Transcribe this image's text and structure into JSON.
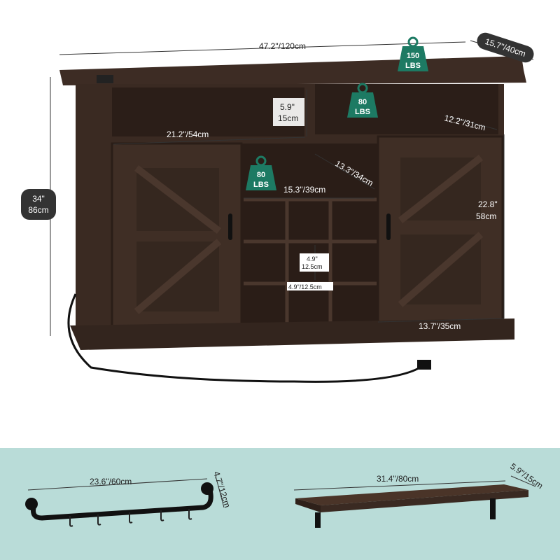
{
  "cabinet": {
    "width": "47.2\"/120cm",
    "depth": "15.7\"/40cm",
    "height_in": "34\"",
    "height_cm": "86cm",
    "top_load": {
      "value": "150",
      "unit": "LBS"
    },
    "shelf_load": {
      "value": "80",
      "unit": "LBS"
    },
    "rack_load": {
      "value": "80",
      "unit": "LBS"
    },
    "shelf_height_in": "5.9\"",
    "shelf_height_cm": "15cm",
    "shelf_depth": "12.2\"/31cm",
    "shelf_width": "21.2\"/54cm",
    "rack_depth": "13.3\"/34cm",
    "rack_width": "15.3\"/39cm",
    "door_height_in": "22.8\"",
    "door_height_cm": "58cm",
    "cube_height_in": "4.9\"",
    "cube_height_cm": "12.5cm",
    "cube_width": "4.9\"/12.5cm",
    "door_depth": "13.7\"/35cm"
  },
  "accessories": {
    "rail_width": "23.6\"/60cm",
    "rail_height": "4.7\"/12cm",
    "shelf_width": "31.4\"/80cm",
    "shelf_depth": "5.9\"/15cm"
  },
  "colors": {
    "wood": "#3a2a22",
    "badge": "#1d7a63",
    "panel": "#b9dcd8"
  }
}
